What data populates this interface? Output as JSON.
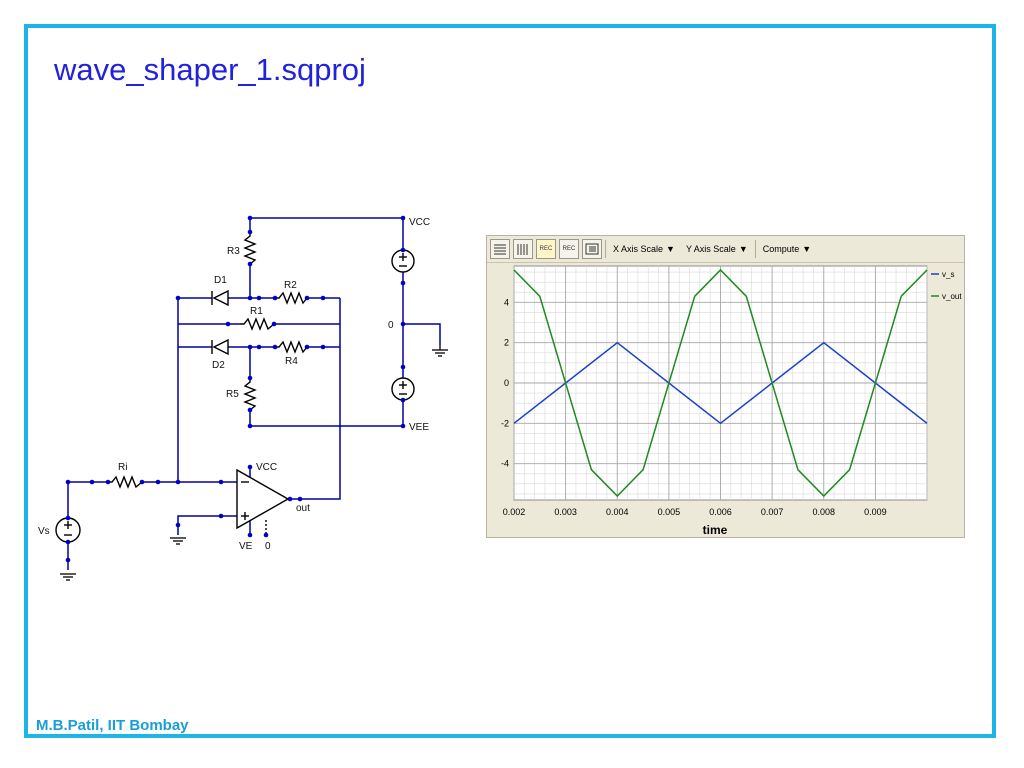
{
  "slide": {
    "title": "wave_shaper_1.sqproj",
    "footer": "M.B.Patil, IIT Bombay",
    "border_color": "#1fb4e8",
    "title_color": "#2222dd"
  },
  "schematic": {
    "labels": {
      "vcc_top": "VCC",
      "vee": "VEE",
      "ground_node": "0",
      "r3": "R3",
      "d1": "D1",
      "r2": "R2",
      "r1": "R1",
      "d2": "D2",
      "r4": "R4",
      "r5": "R5",
      "ri": "Ri",
      "vs": "Vs",
      "opamp_vcc": "VCC",
      "opamp_ve": "VE",
      "opamp_zero": "0",
      "out": "out"
    },
    "wire_color": "#0000a0"
  },
  "plot_window": {
    "toolbar": {
      "x_axis_scale": "X Axis Scale",
      "y_axis_scale": "Y Axis Scale",
      "compute": "Compute",
      "rec_label": "REC"
    }
  },
  "chart_data": {
    "type": "line",
    "xlabel": "time",
    "ylabel": "",
    "xlim": [
      0.002,
      0.01
    ],
    "ylim": [
      -5.8,
      5.8
    ],
    "x_ticks": [
      0.002,
      0.003,
      0.004,
      0.005,
      0.006,
      0.007,
      0.008,
      0.009
    ],
    "y_ticks": [
      4,
      2,
      0,
      -2,
      -4
    ],
    "grid": true,
    "legend_position": "right",
    "series": [
      {
        "name": "v_s",
        "color": "#1a3fcc",
        "x": [
          0.002,
          0.004,
          0.006,
          0.008,
          0.01
        ],
        "y": [
          -2,
          2,
          -2,
          2,
          -2
        ]
      },
      {
        "name": "v_out",
        "color": "#1f8a1f",
        "x": [
          0.002,
          0.0025,
          0.0035,
          0.004,
          0.0045,
          0.0055,
          0.006,
          0.0065,
          0.0075,
          0.008,
          0.0085,
          0.0095,
          0.01
        ],
        "y": [
          5.6,
          4.3,
          -4.3,
          -5.6,
          -4.3,
          4.3,
          5.6,
          4.3,
          -4.3,
          -5.6,
          -4.3,
          4.3,
          5.6
        ]
      }
    ]
  }
}
